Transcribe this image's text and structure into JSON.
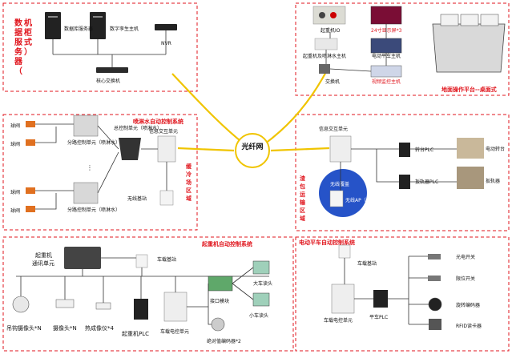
{
  "fiber": {
    "label": "光纤网"
  },
  "data_server": {
    "title": "数据服务器（机柜式）",
    "db_server": "数据库服务器",
    "twin_host": "数字孪生主机",
    "nvr": "NVR",
    "core_switch": "核心交换机"
  },
  "ground_console": {
    "title": "地面操作平台--桌面式",
    "crane_io": "起重机IO",
    "display": "24寸显示屏*3",
    "crane_spray_host": "起重机及喷淋水主机",
    "flatcar_host": "电动平车主机",
    "switch": "交换机",
    "video_host": "视频监控主机"
  },
  "spray": {
    "title": "喷淋水自动控制系统",
    "valves": [
      "球阀",
      "球阀",
      "球阀",
      "球阀"
    ],
    "sub_unit": "分路控制单元（喷淋水）",
    "main_unit": "总控制单元（喷淋水）",
    "switch_unit": "信息交互单元",
    "wireless_station": "无线基站",
    "zone_label": "缓冷场区域"
  },
  "slag": {
    "switch_unit": "信息交互单元",
    "coverage": "无线覆盖",
    "ap": "无线AP（多个）",
    "turntable_plc": "转台PLC",
    "turntable": "电动转台",
    "tilt_plc": "扳轨器PLC",
    "tilt": "扳轨器",
    "zone_label": "渣包运输区域"
  },
  "crane": {
    "title": "起重机自动控制系统",
    "comm_unit": "起重机通讯单元",
    "vehicle_station": "车载基站",
    "hook_camera": "吊钩摄像头*N",
    "camera": "摄像头*N",
    "thermal": "热成像仪*4",
    "crane_plc": "起重机PLC",
    "vehicle_unit": "车载电控单元",
    "interface": "接口模块",
    "big_reader": "大车读头",
    "small_reader": "小车读头",
    "encoder": "绝对值编码器*2"
  },
  "flatcar": {
    "title": "电动平车自动控制系统",
    "vehicle_station": "车载基站",
    "vehicle_unit": "车载电控单元",
    "plc": "平车PLC",
    "photo_switch": "光电开关",
    "limit_switch": "限位开关",
    "encoder": "旋转编码器",
    "rfid": "RFID读卡器"
  }
}
